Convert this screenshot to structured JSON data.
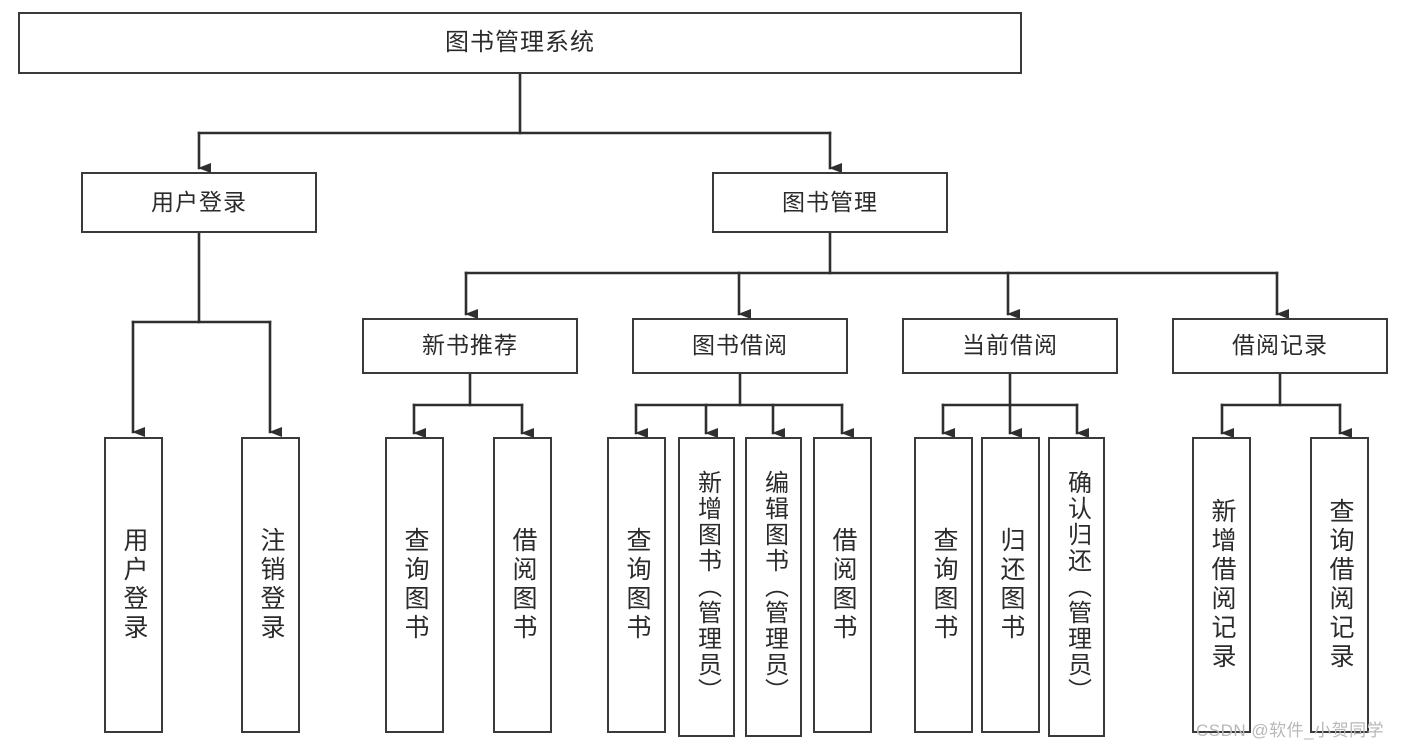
{
  "diagram": {
    "title": "图书管理系统",
    "type": "hierarchy-tree",
    "watermark": "CSDN @软件_小贺同学",
    "colors": {
      "box_border": "#3a3a3a",
      "box_fill": "#ffffff",
      "connector": "#2f2f2f",
      "text": "#2b2b2b",
      "watermark": "#b8b8b8",
      "background": "#ffffff"
    }
  },
  "nodes": {
    "root": {
      "label": "图书管理系统"
    },
    "level2": [
      {
        "id": "user-login",
        "label": "用户登录"
      },
      {
        "id": "book-manage",
        "label": "图书管理"
      }
    ],
    "level3": [
      {
        "id": "new-book-recommend",
        "label": "新书推荐"
      },
      {
        "id": "book-borrow",
        "label": "图书借阅"
      },
      {
        "id": "current-borrow",
        "label": "当前借阅"
      },
      {
        "id": "borrow-record",
        "label": "借阅记录"
      }
    ],
    "leaves": {
      "user_login": [
        {
          "id": "leaf-user-login",
          "label": "用户登录"
        },
        {
          "id": "leaf-user-logout",
          "label": "注销登录"
        }
      ],
      "new_book_recommend": [
        {
          "id": "leaf-query-book-1",
          "label": "查询图书"
        },
        {
          "id": "leaf-borrow-book-1",
          "label": "借阅图书"
        }
      ],
      "book_borrow": [
        {
          "id": "leaf-query-book-2",
          "label": "查询图书"
        },
        {
          "id": "leaf-add-book",
          "label": "新增图书（管理员）"
        },
        {
          "id": "leaf-edit-book",
          "label": "编辑图书（管理员）"
        },
        {
          "id": "leaf-borrow-book-2",
          "label": "借阅图书"
        }
      ],
      "current_borrow": [
        {
          "id": "leaf-query-book-3",
          "label": "查询图书"
        },
        {
          "id": "leaf-return-book",
          "label": "归还图书"
        },
        {
          "id": "leaf-confirm-return",
          "label": "确认归还（管理员）"
        }
      ],
      "borrow_record": [
        {
          "id": "leaf-add-record",
          "label": "新增借阅记录"
        },
        {
          "id": "leaf-query-record",
          "label": "查询借阅记录"
        }
      ]
    }
  }
}
